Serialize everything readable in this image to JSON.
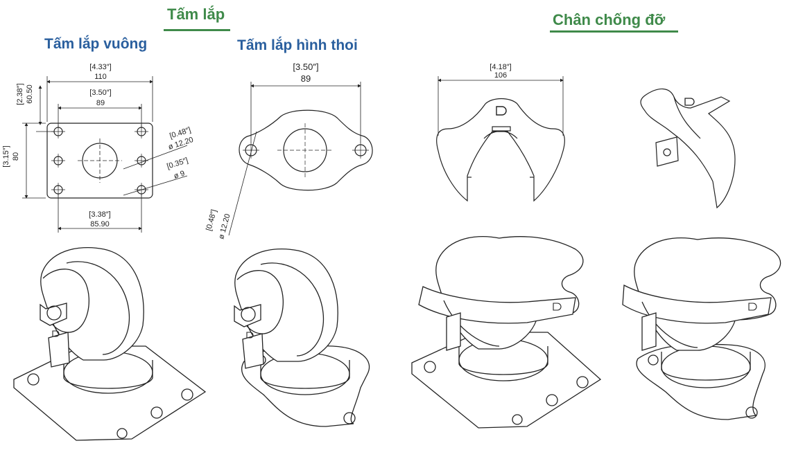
{
  "headings": {
    "mounting_plates": "Tấm lắp",
    "support_legs": "Chân chống đỡ",
    "square_plate": "Tấm lắp vuông",
    "rhombus_plate": "Tấm lắp hình thoi"
  },
  "square_plate_dims": {
    "height_in": "[2.38″]",
    "height_mm": "60.50",
    "width_in": "[4.33″]",
    "width_mm": "110",
    "hole_span_in": "[3.50″]",
    "hole_span_mm": "89",
    "side_in": "[3.15″]",
    "side_mm": "80",
    "hole_dia_in": "[0.48″]",
    "hole_dia_mm": "ø 12.20",
    "small_hole_in": "[0.35″]",
    "small_hole_mm": "ø 9",
    "bottom_in": "[3.38″]",
    "bottom_mm": "85.90"
  },
  "rhombus_plate_dims": {
    "span_in": "[3.50″]",
    "span_mm": "89",
    "hole_in": "[0.48″]",
    "hole_mm": "ø 12.20"
  },
  "support_dims": {
    "width_in": "[4.18″]",
    "width_mm": "106"
  },
  "logo_letter": "D"
}
